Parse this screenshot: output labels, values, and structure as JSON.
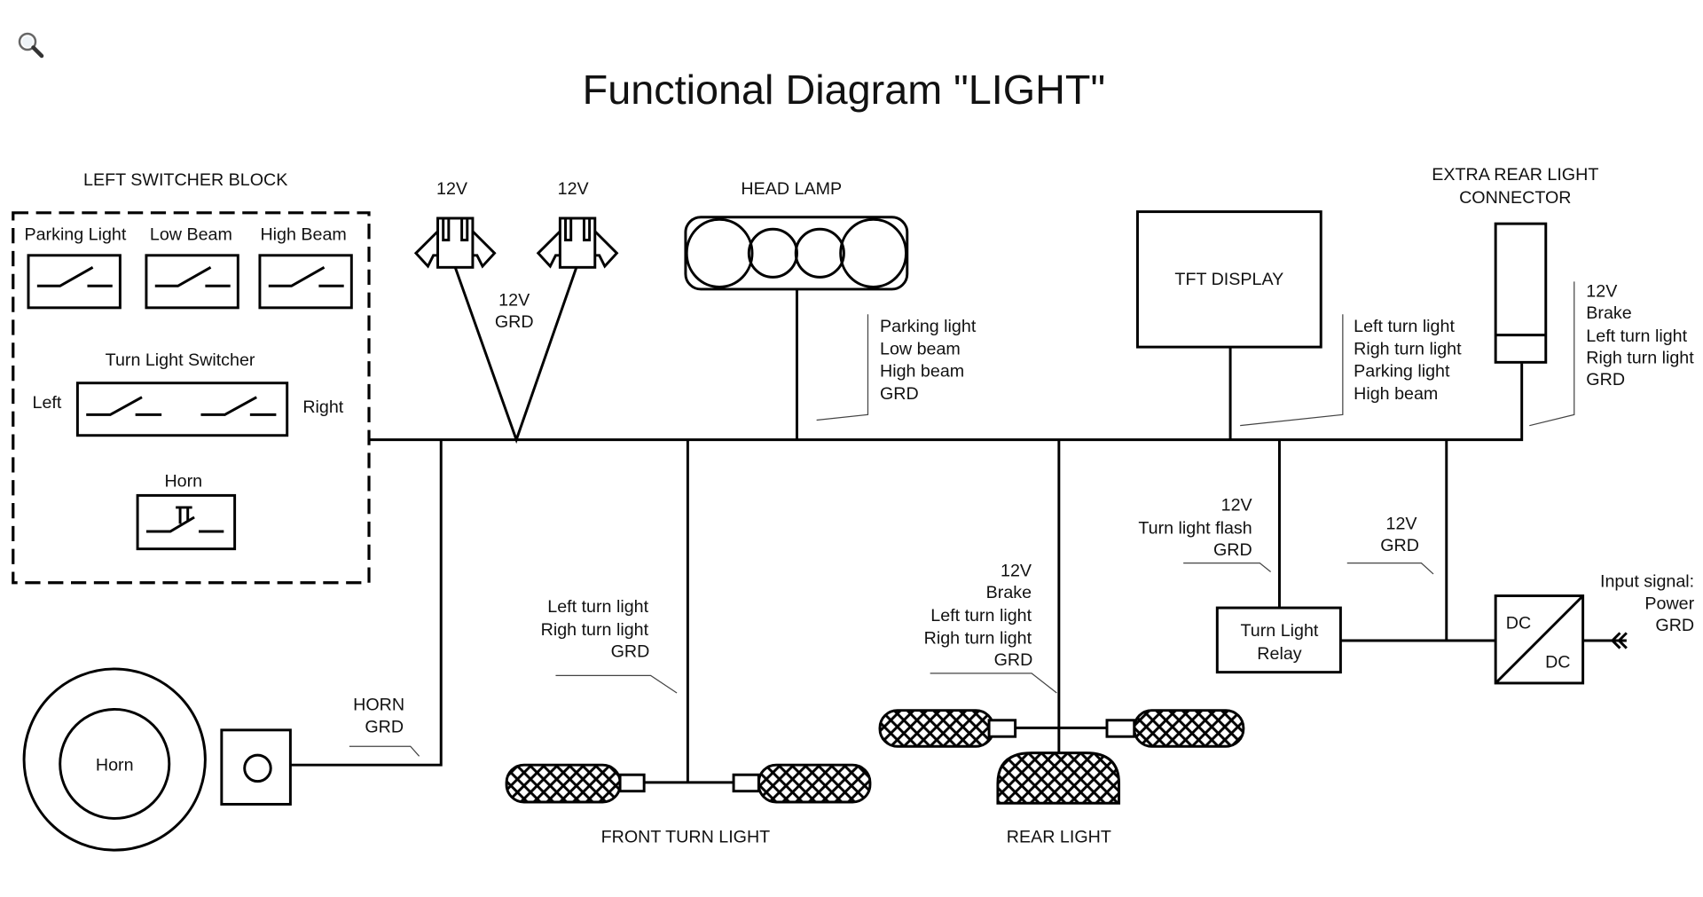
{
  "toolbar": {
    "zoom_icon": "magnifier-icon"
  },
  "title": "Functional Diagram \"LIGHT\"",
  "left_switcher": {
    "title": "LEFT SWITCHER BLOCK",
    "switches": [
      "Parking Light",
      "Low Beam",
      "High Beam"
    ],
    "turn_switcher": {
      "title": "Turn Light Switcher",
      "left": "Left",
      "right": "Right"
    },
    "horn": "Horn"
  },
  "connectors": {
    "left_label": "12V",
    "right_label": "12V",
    "wire_label": [
      "12V",
      "GRD"
    ]
  },
  "head_lamp": {
    "title": "HEAD LAMP",
    "wires": [
      "Parking light",
      "Low beam",
      "High beam",
      "GRD"
    ]
  },
  "tft": {
    "title": "TFT DISPLAY",
    "wires": [
      "Left turn light",
      "Righ turn light",
      "Parking light",
      "High beam"
    ]
  },
  "extra_rear": {
    "title": [
      "EXTRA REAR LIGHT",
      "CONNECTOR"
    ],
    "wires": [
      "12V",
      "Brake",
      "Left turn light",
      "Righ turn light",
      "GRD"
    ]
  },
  "horn": {
    "label": "Horn",
    "wires": [
      "HORN",
      "GRD"
    ]
  },
  "front_turn": {
    "title": "FRONT TURN LIGHT",
    "wires": [
      "Left turn light",
      "Righ turn light",
      "GRD"
    ]
  },
  "rear_light": {
    "title": "REAR LIGHT",
    "wires": [
      "12V",
      "Brake",
      "Left turn light",
      "Righ turn light",
      "GRD"
    ]
  },
  "relay": {
    "title": [
      "Turn Light",
      "Relay"
    ],
    "wires": [
      "12V",
      "Turn light flash",
      "GRD"
    ]
  },
  "power_branch": {
    "wires": [
      "12V",
      "GRD"
    ]
  },
  "dcdc": {
    "top": "DC",
    "bottom": "DC"
  },
  "input": {
    "lines": [
      "Input signal:",
      "Power",
      "GRD"
    ]
  }
}
